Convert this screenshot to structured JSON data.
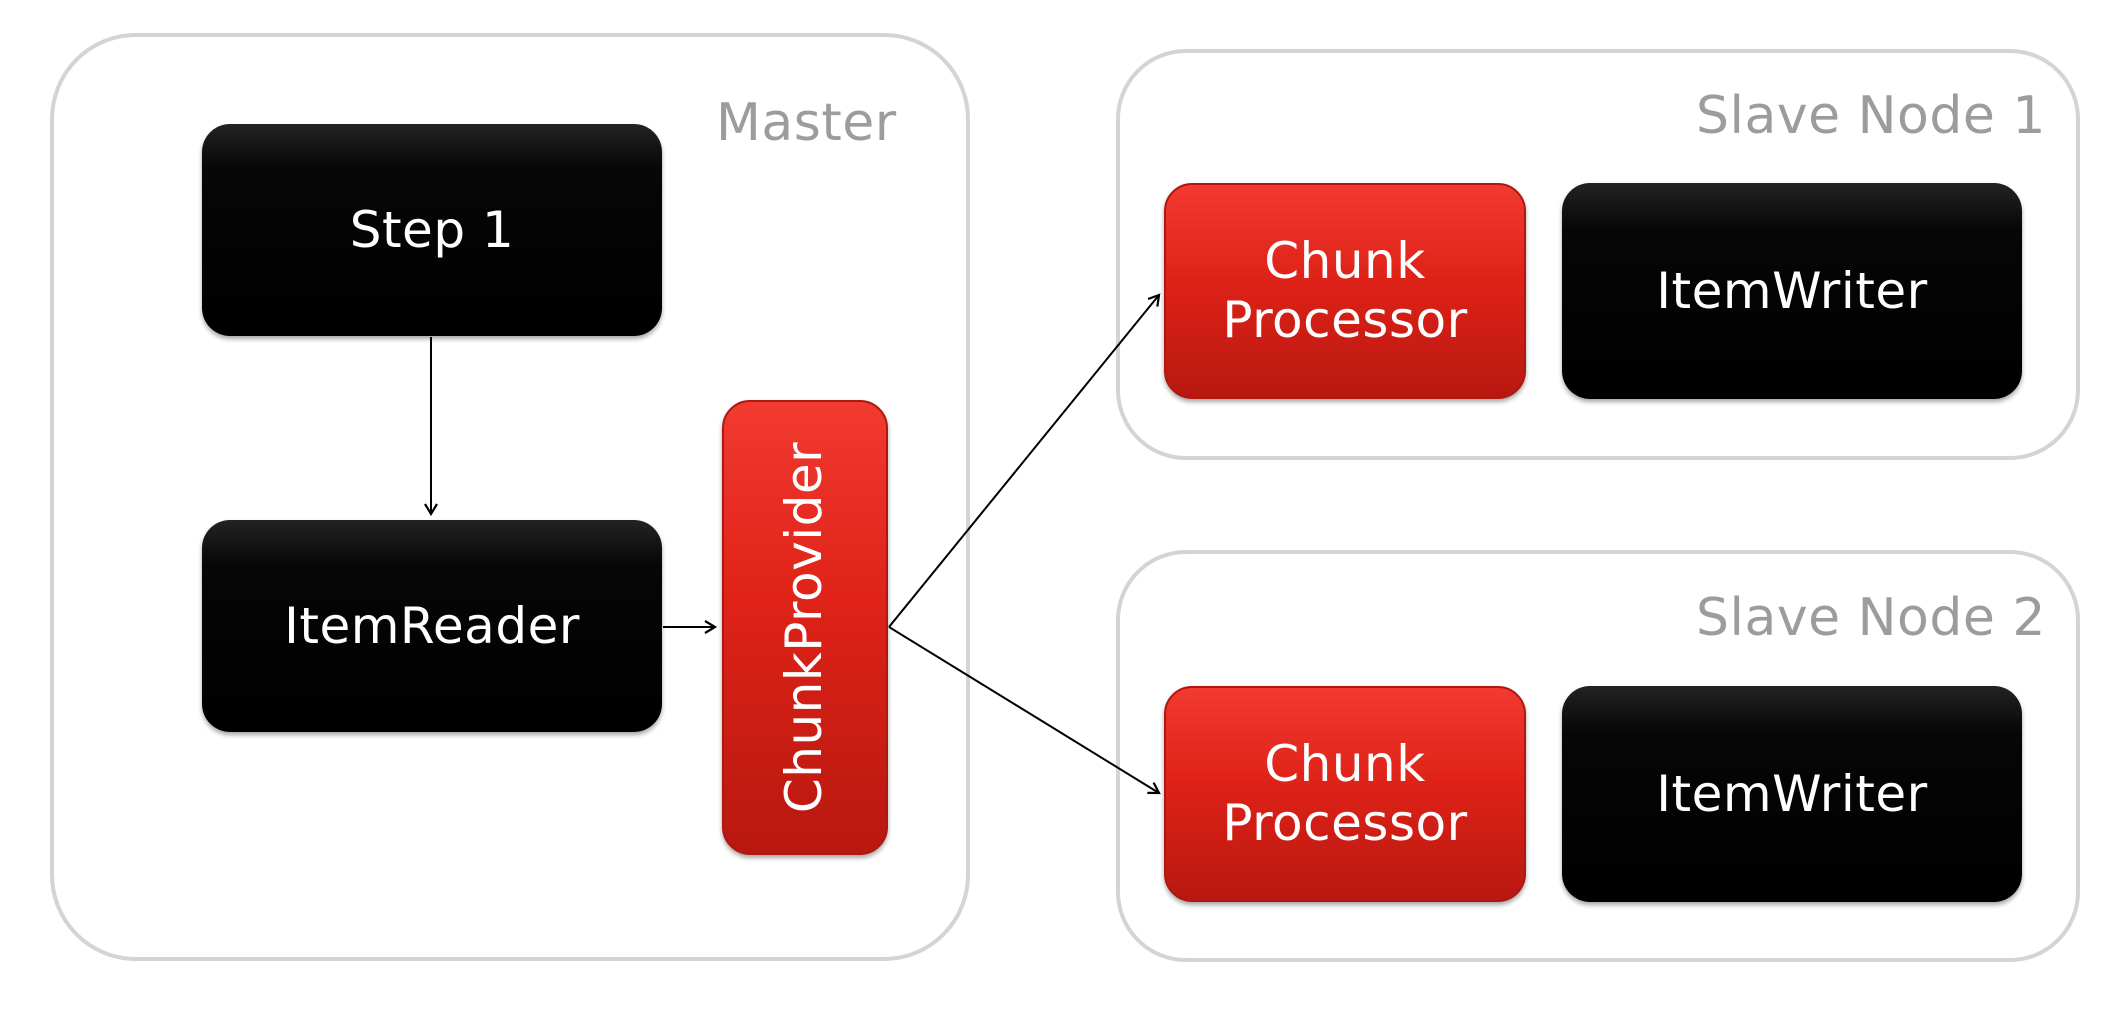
{
  "master": {
    "label": "Master",
    "step": "Step 1",
    "reader": "ItemReader",
    "provider": "ChunkProvider"
  },
  "slave1": {
    "label": "Slave Node 1",
    "processor_line1": "Chunk",
    "processor_line2": "Processor",
    "writer": "ItemWriter"
  },
  "slave2": {
    "label": "Slave Node 2",
    "processor_line1": "Chunk",
    "processor_line2": "Processor",
    "writer": "ItemWriter"
  },
  "colors": {
    "group_border": "#d4d4d4",
    "group_label": "#9c9c9c",
    "dark_box": "#000000",
    "red_box": "#de2218",
    "arrow": "#000000"
  }
}
